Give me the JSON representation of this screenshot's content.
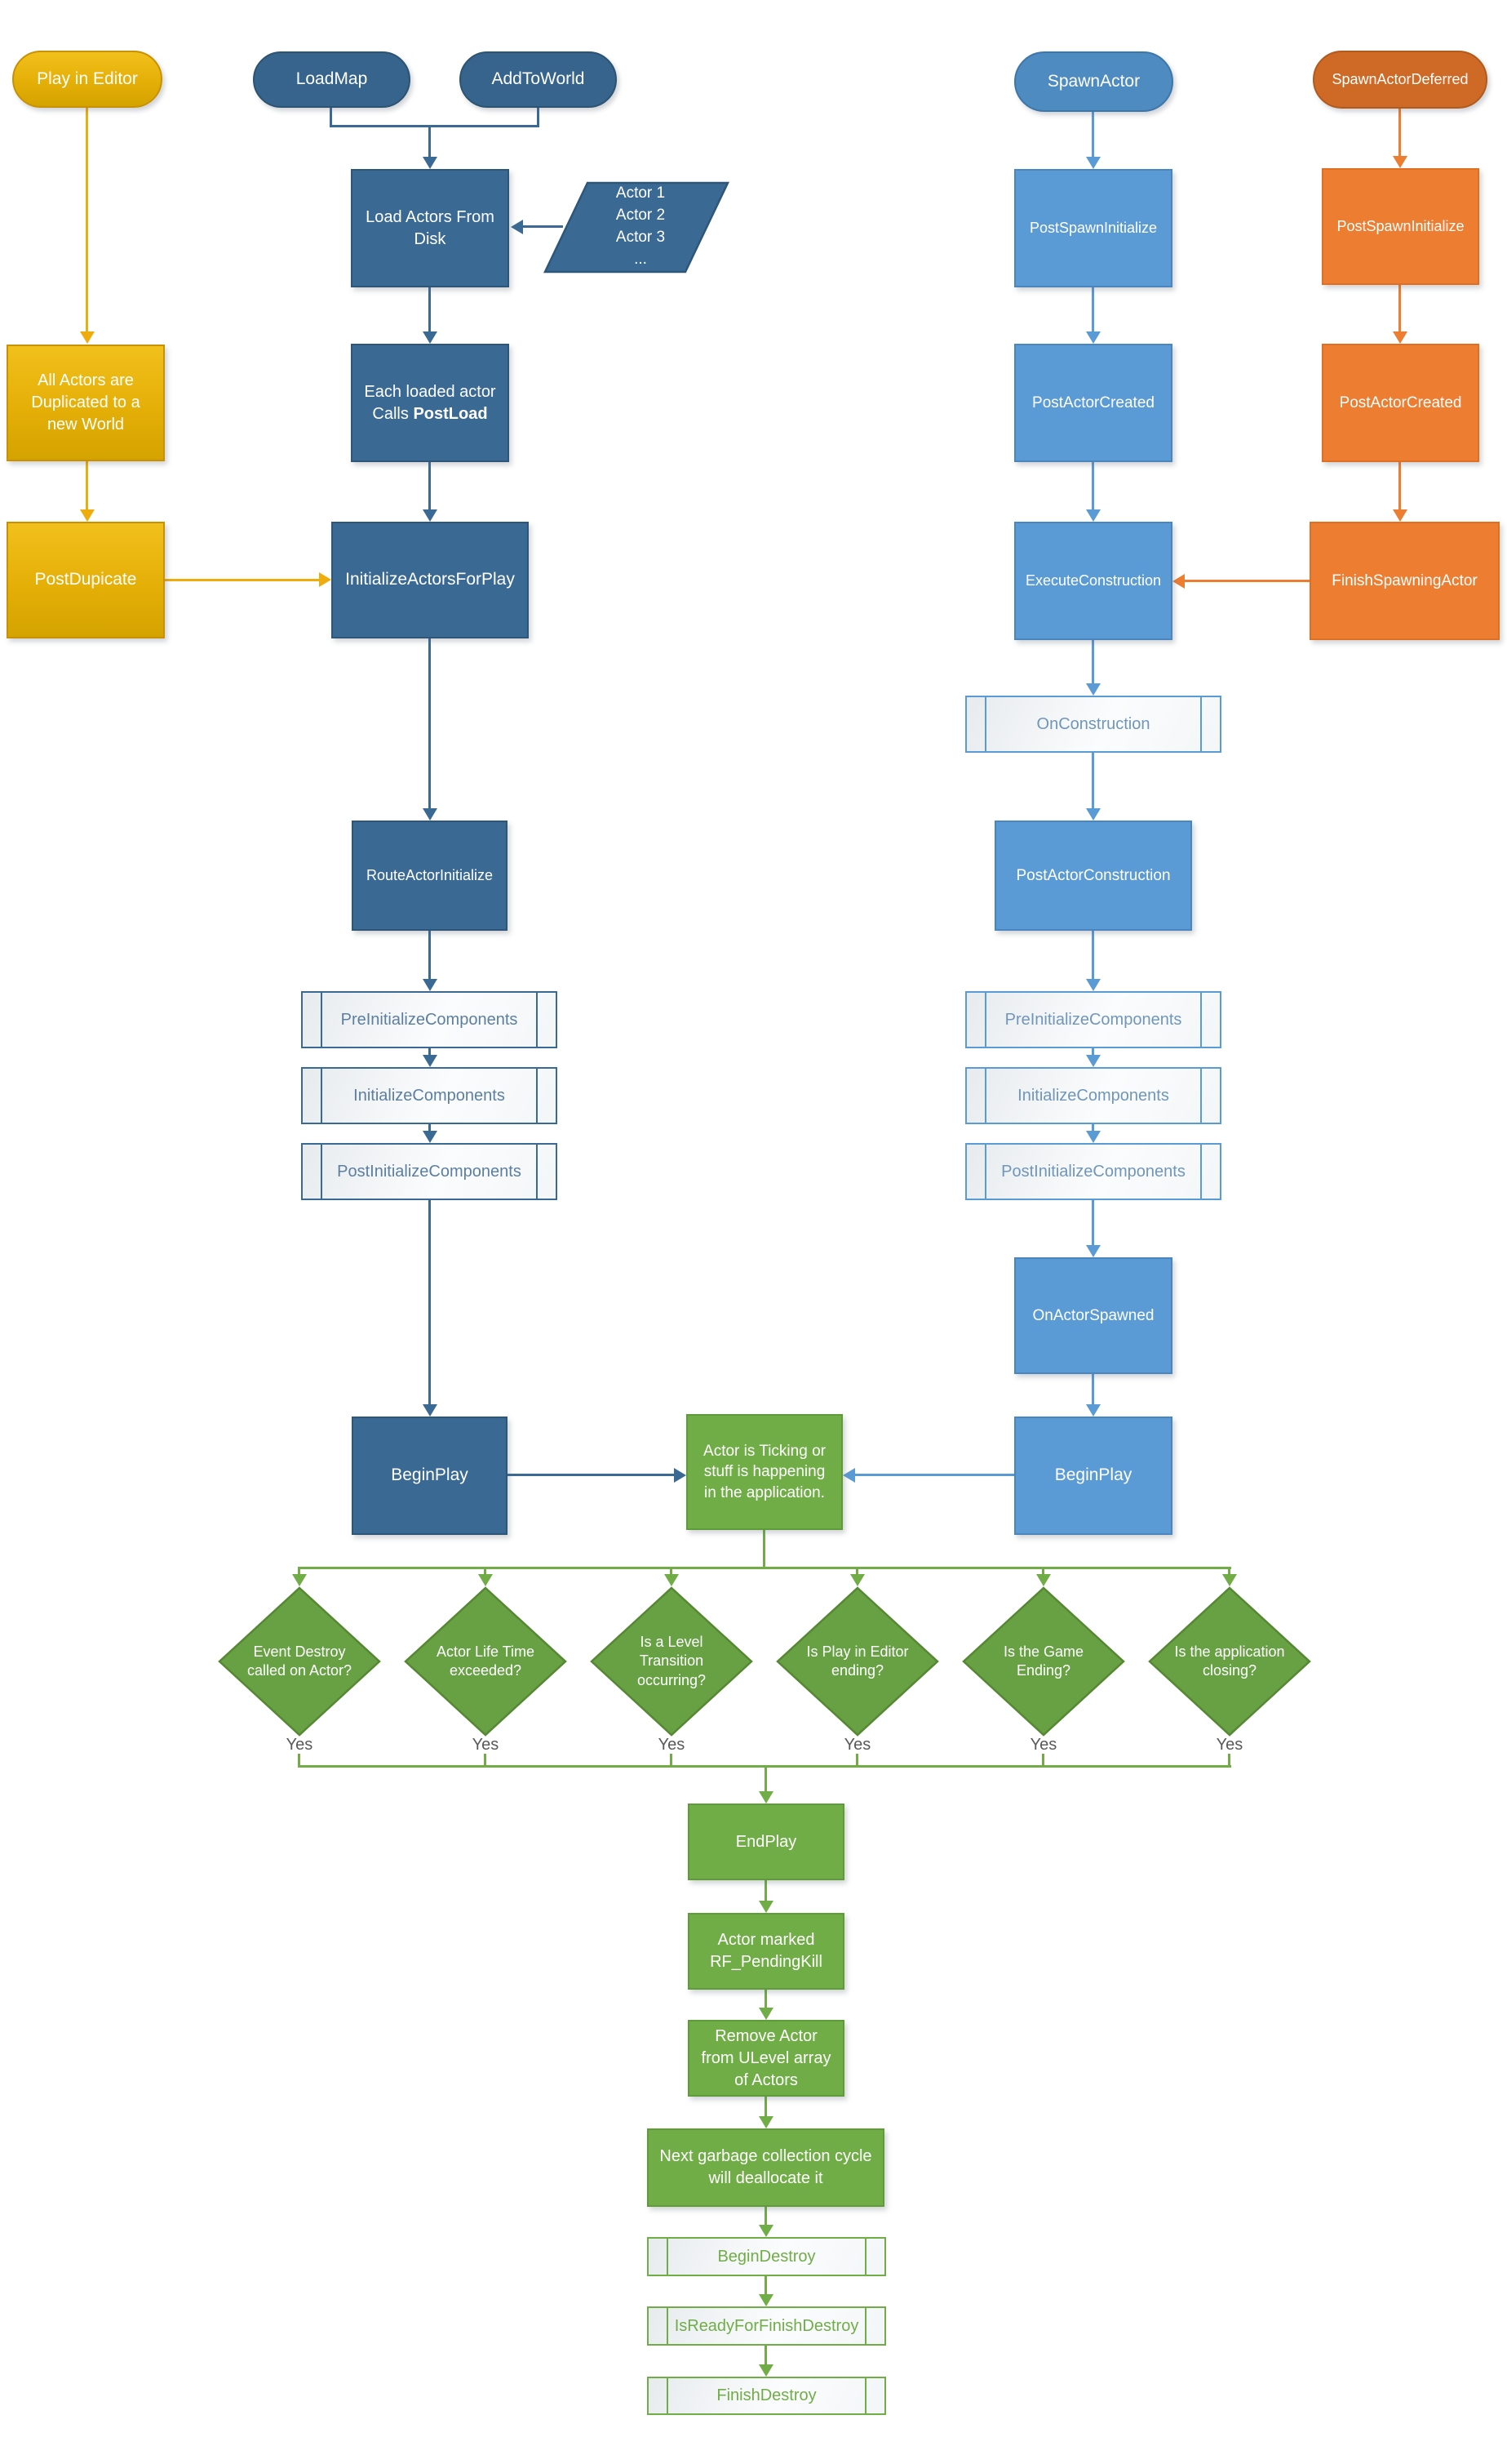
{
  "nodes": {
    "play_in_editor": "Play in Editor",
    "load_map": "LoadMap",
    "add_to_world": "AddToWorld",
    "spawn_actor": "SpawnActor",
    "spawn_actor_deferred": "SpawnActorDeferred",
    "load_actors_from_disk": "Load Actors From Disk",
    "all_actors_duplicated": "All Actors are Duplicated to a new World",
    "each_loaded_line1": "Each loaded actor",
    "each_loaded_calls": "Calls",
    "each_loaded_postload": "PostLoad",
    "post_dupicate": "PostDupicate",
    "initialize_actors_for_play": "InitializeActorsForPlay",
    "route_actor_initialize": "RouteActorInitialize",
    "pre_initialize_components": "PreInitializeComponents",
    "initialize_components": "InitializeComponents",
    "post_initialize_components": "PostInitializeComponents",
    "begin_play": "BeginPlay",
    "post_spawn_initialize": "PostSpawnInitialize",
    "post_actor_created": "PostActorCreated",
    "execute_construction": "ExecuteConstruction",
    "finish_spawning_actor": "FinishSpawningActor",
    "on_construction": "OnConstruction",
    "post_actor_construction": "PostActorConstruction",
    "on_actor_spawned": "OnActorSpawned",
    "actor_ticking": "Actor is Ticking or stuff is happening in the application.",
    "end_play": "EndPlay",
    "actor_marked_pending_kill": "Actor marked RF_PendingKill",
    "remove_actor_from_ulevel": "Remove Actor from ULevel array of Actors",
    "gc_cycle": "Next garbage collection cycle will deallocate it",
    "begin_destroy": "BeginDestroy",
    "is_ready_for_finish_destroy": "IsReadyForFinishDestroy",
    "finish_destroy": "FinishDestroy"
  },
  "parallelogram": {
    "lines": [
      "Actor 1",
      "Actor 2",
      "Actor 3",
      "..."
    ]
  },
  "diamonds": [
    "Event Destroy called on Actor?",
    "Actor Life Time exceeded?",
    "Is a Level Transition occurring?",
    "Is Play in Editor ending?",
    "Is the Game Ending?",
    "Is the application closing?"
  ],
  "yes_label": "Yes",
  "colors": {
    "gold": "#E4AF07",
    "gold_line": "#EFAC0D",
    "dark_blue": "#3A6A94",
    "light_blue": "#5B9BD5",
    "orange": "#ED7D31",
    "green": "#70AD47",
    "diamond_green": "#67A144"
  }
}
